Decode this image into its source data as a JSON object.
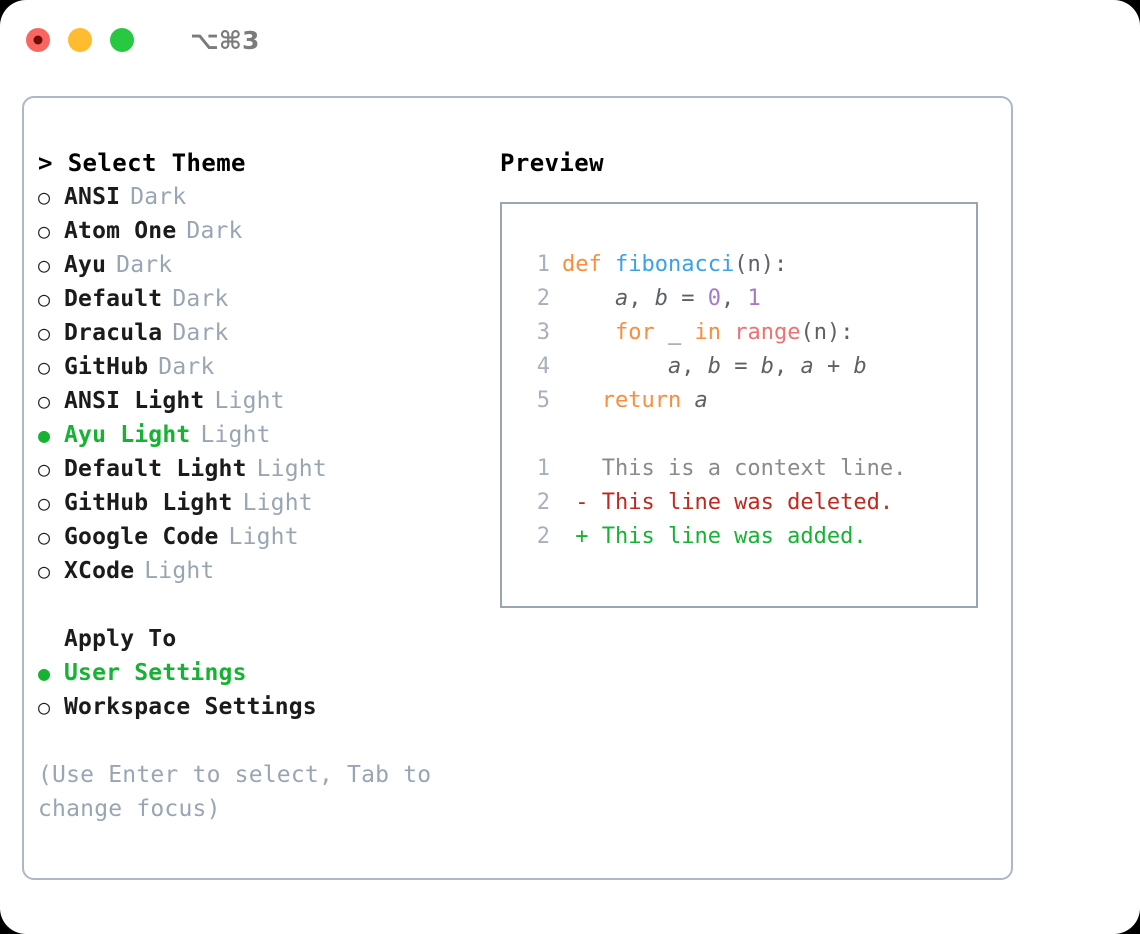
{
  "titlebar": {
    "shortcut": "⌥⌘3",
    "lights": [
      {
        "name": "close",
        "color": "#fb6560"
      },
      {
        "name": "minimize",
        "color": "#febc2e"
      },
      {
        "name": "maximize",
        "color": "#28c840"
      }
    ]
  },
  "left": {
    "heading": "> Select Theme",
    "themes": [
      {
        "bullet": "○",
        "name": "ANSI",
        "variant": "Dark",
        "selected": false
      },
      {
        "bullet": "○",
        "name": "Atom One",
        "variant": "Dark",
        "selected": false
      },
      {
        "bullet": "○",
        "name": "Ayu",
        "variant": "Dark",
        "selected": false
      },
      {
        "bullet": "○",
        "name": "Default",
        "variant": "Dark",
        "selected": false
      },
      {
        "bullet": "○",
        "name": "Dracula",
        "variant": "Dark",
        "selected": false
      },
      {
        "bullet": "○",
        "name": "GitHub",
        "variant": "Dark",
        "selected": false
      },
      {
        "bullet": "○",
        "name": "ANSI Light",
        "variant": "Light",
        "selected": false
      },
      {
        "bullet": "●",
        "name": "Ayu Light",
        "variant": "Light",
        "selected": true
      },
      {
        "bullet": "○",
        "name": "Default Light",
        "variant": "Light",
        "selected": false
      },
      {
        "bullet": "○",
        "name": "GitHub Light",
        "variant": "Light",
        "selected": false
      },
      {
        "bullet": "○",
        "name": "Google Code",
        "variant": "Light",
        "selected": false
      },
      {
        "bullet": "○",
        "name": "XCode",
        "variant": "Light",
        "selected": false
      }
    ],
    "apply_to_label": "Apply To",
    "apply_to_options": [
      {
        "bullet": "●",
        "name": "User Settings",
        "selected": true
      },
      {
        "bullet": "○",
        "name": "Workspace Settings",
        "selected": false
      }
    ],
    "hint": "(Use Enter to select, Tab to change focus)"
  },
  "right": {
    "title": "Preview",
    "code_lines": [
      {
        "num": "1",
        "tokens": [
          {
            "t": "def ",
            "c": "kw"
          },
          {
            "t": "fibonacci",
            "c": "fn"
          },
          {
            "t": "(n):",
            "c": "pl"
          }
        ]
      },
      {
        "num": "2",
        "tokens": [
          {
            "t": "    ",
            "c": "pl"
          },
          {
            "t": "a",
            "c": "var"
          },
          {
            "t": ", ",
            "c": "pl"
          },
          {
            "t": "b",
            "c": "var"
          },
          {
            "t": " = ",
            "c": "pl"
          },
          {
            "t": "0",
            "c": "num"
          },
          {
            "t": ", ",
            "c": "pl"
          },
          {
            "t": "1",
            "c": "num"
          }
        ]
      },
      {
        "num": "3",
        "tokens": [
          {
            "t": "    ",
            "c": "pl"
          },
          {
            "t": "for",
            "c": "kw"
          },
          {
            "t": " _ ",
            "c": "pl"
          },
          {
            "t": "in",
            "c": "kw"
          },
          {
            "t": " ",
            "c": "pl"
          },
          {
            "t": "range",
            "c": "bi"
          },
          {
            "t": "(n):",
            "c": "pl"
          }
        ]
      },
      {
        "num": "4",
        "tokens": [
          {
            "t": "        ",
            "c": "pl"
          },
          {
            "t": "a",
            "c": "var"
          },
          {
            "t": ", ",
            "c": "pl"
          },
          {
            "t": "b",
            "c": "var"
          },
          {
            "t": " = ",
            "c": "pl"
          },
          {
            "t": "b",
            "c": "var"
          },
          {
            "t": ", ",
            "c": "pl"
          },
          {
            "t": "a",
            "c": "var"
          },
          {
            "t": " + ",
            "c": "pl"
          },
          {
            "t": "b",
            "c": "var"
          }
        ]
      },
      {
        "num": "5",
        "tokens": [
          {
            "t": "   ",
            "c": "pl"
          },
          {
            "t": "return",
            "c": "kw"
          },
          {
            "t": " ",
            "c": "pl"
          },
          {
            "t": "a",
            "c": "var"
          }
        ]
      }
    ],
    "diff_lines": [
      {
        "num": "1",
        "tokens": [
          {
            "t": "   This is a context line.",
            "c": "ctx"
          }
        ]
      },
      {
        "num": "2",
        "tokens": [
          {
            "t": " - This line was deleted.",
            "c": "del"
          }
        ]
      },
      {
        "num": "2",
        "tokens": [
          {
            "t": " + This line was added.",
            "c": "add"
          }
        ]
      }
    ]
  },
  "colors": {
    "accent_green": "#16b333",
    "muted": "#9aa5b4",
    "border": "#aeb7c4",
    "keyword": "#fa8d3e",
    "function": "#3aa2e8",
    "number": "#a37acc",
    "builtin": "#f07171",
    "deleted": "#c0291f",
    "added": "#16b333"
  }
}
